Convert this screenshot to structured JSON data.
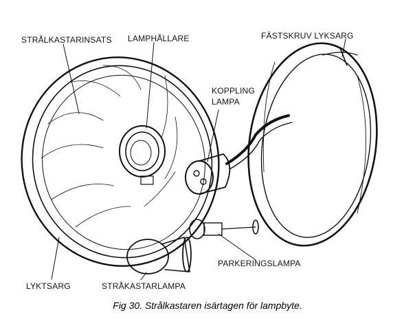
{
  "labels": {
    "stralkastarinsats": "STRÅLKASTARINSATS",
    "lamphallare": "LAMPHÅLLARE",
    "fastskruv": "FÄSTSKRUV LYKSARG",
    "koppling_line1": "KOPPLING",
    "koppling_line2": "LAMPA",
    "parkeringslampa": "PARKERINGSLAMPA",
    "lyktsarg": "LYKTSARG",
    "strakastarlampa": "STRÅKASTARLAMPA"
  },
  "caption": "Fig 30. Strålkastaren isärtagen för lampbyte."
}
